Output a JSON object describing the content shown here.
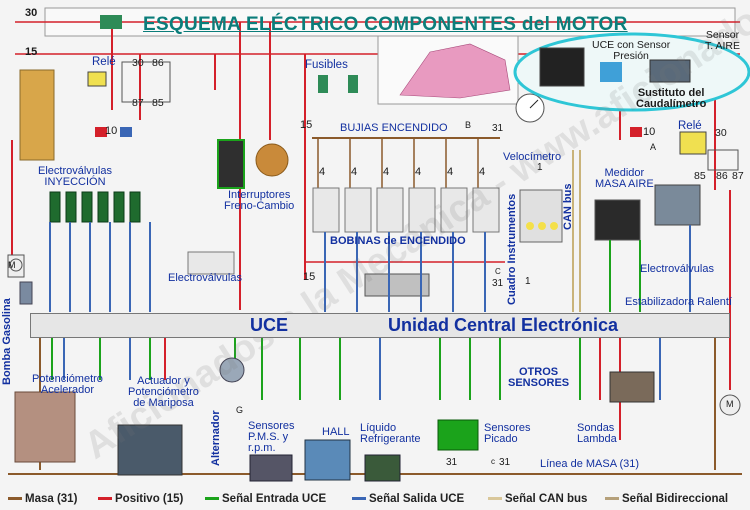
{
  "title": "ESQUEMA ELÉCTRICO COMPONENTES del MOTOR",
  "lines": {
    "l30": "30",
    "l15": "15",
    "l15b": "15",
    "l15c": "15"
  },
  "labels": {
    "rele_left": "Relé",
    "rele_right": "Relé",
    "pins_left": [
      "30",
      "86",
      "87",
      "85"
    ],
    "pins_right": [
      "30",
      "85",
      "86",
      "87"
    ],
    "fusibles": "Fusibles",
    "fuse10_left": "10",
    "fuse10_right": "10",
    "fuse_a": "A",
    "uce_sensor": "UCE con Sensor\nPresión",
    "sensor_taire": "Sensor\nT. AIRE",
    "sustituto": "Sustituto del\nCaudalímetro",
    "bujias": "BUJIAS ENCENDIDO",
    "bujias_b": "B",
    "bujias_31": "31",
    "coil_nums": [
      "4",
      "4",
      "4",
      "4",
      "4",
      "4"
    ],
    "electrovalvulas_inyeccion": "Electroválvulas\nINYECCIÓN",
    "interruptores": "Interruptores\nFreno-Cambio",
    "bobinas": "BOBINAS de ENCENDIDO",
    "velocimetro": "Velocímetro",
    "can_bus": "CAN bus",
    "cuadro": "Cuadro Instrumentos",
    "medidor": "Medidor\nMASA AIRE",
    "electrovalvulas_left": "Electroválvulas",
    "electrovalvulas_right": "Electroválvulas",
    "estabilizadora": "Estabilizadora Ralentí",
    "bomba": "Bomba Gasolina",
    "uce": "UCE",
    "unidad": "Unidad Central Electrónica",
    "pot_acelerador": "Potenciómetro\nAcelerador",
    "actuador": "Actuador y\nPotenciómetro\nde Mariposa",
    "alternador": "Alternador",
    "sensores_pms": "Sensores\nP.M.S. y\nr.p.m.",
    "hall": "HALL",
    "liquido": "Líquido\nRefrigerante",
    "sensores_picado": "Sensores\nPicado",
    "otros": "OTROS\nSENSORES",
    "sondas": "Sondas\nLambda",
    "linea_masa": "Línea de MASA (31)",
    "masa31_a": "31",
    "masa31_b": "31",
    "c_label": "c",
    "c_label2": "C",
    "n31_mid": "31",
    "n1_mid": "1",
    "n1_b": "1",
    "n15_mid": "15",
    "g_label": "G",
    "m_label": "M",
    "m_label2": "M"
  },
  "watermark": "Aficionados a la Mecánica - www.aficionadosalamecanica.com",
  "legend": [
    {
      "label": "Masa (31)",
      "color": "#8b5a2b"
    },
    {
      "label": "Positivo (15)",
      "color": "#d4202a"
    },
    {
      "label": "Señal Entrada UCE",
      "color": "#1ba31b"
    },
    {
      "label": "Señal Salida UCE",
      "color": "#3a66b5"
    },
    {
      "label": "Señal CAN bus",
      "color": "#d9c79a"
    },
    {
      "label": "Señal Bidireccional",
      "color": "#b5a07a"
    }
  ],
  "colors": {
    "masa": "#8b5a2b",
    "positivo": "#d4202a",
    "entrada": "#1ba31b",
    "salida": "#3a66b5",
    "title": "#0b7d7a",
    "label": "#1230a0"
  }
}
